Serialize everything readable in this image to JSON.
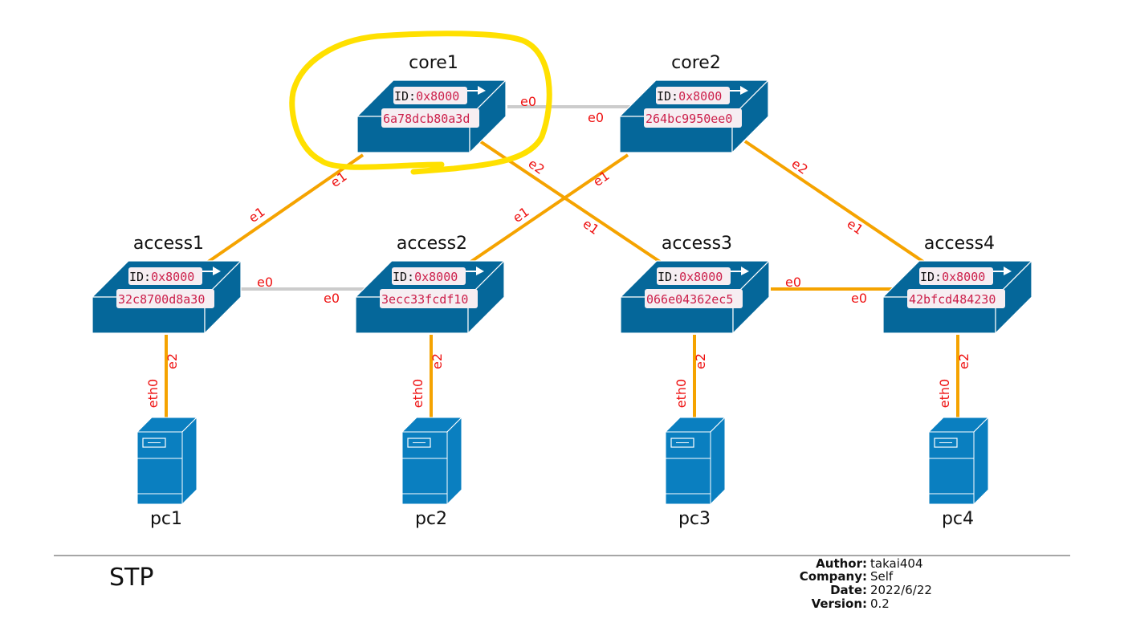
{
  "title": "STP",
  "meta": {
    "author_key": "Author:",
    "author": "takai404",
    "company_key": "Company:",
    "company": "Self",
    "date_key": "Date:",
    "date": "2022/6/22",
    "version_key": "Version:",
    "version": "0.2"
  },
  "colors": {
    "switch": "#05679a",
    "pc": "#0a7fc0",
    "active_link": "#f5a300",
    "blocked_link": "#cccccc",
    "port_text": "#ee1111",
    "id_value": "#cc1f4a",
    "highlight": "#ffe000"
  },
  "switches": [
    {
      "name": "core1",
      "id_prefix": "ID:",
      "priority": "0x8000",
      "mac": "6a78dcb80a3d",
      "highlighted": true
    },
    {
      "name": "core2",
      "id_prefix": "ID:",
      "priority": "0x8000",
      "mac": "264bc9950ee0",
      "highlighted": false
    },
    {
      "name": "access1",
      "id_prefix": "ID:",
      "priority": "0x8000",
      "mac": "32c8700d8a30",
      "highlighted": false
    },
    {
      "name": "access2",
      "id_prefix": "ID:",
      "priority": "0x8000",
      "mac": "3ecc33fcdf10",
      "highlighted": false
    },
    {
      "name": "access3",
      "id_prefix": "ID:",
      "priority": "0x8000",
      "mac": "066e04362ec5",
      "highlighted": false
    },
    {
      "name": "access4",
      "id_prefix": "ID:",
      "priority": "0x8000",
      "mac": "42bfcd484230",
      "highlighted": false
    }
  ],
  "pcs": [
    {
      "name": "pc1"
    },
    {
      "name": "pc2"
    },
    {
      "name": "pc3"
    },
    {
      "name": "pc4"
    }
  ],
  "links": [
    {
      "from": "core1",
      "from_port": "e0",
      "to": "core2",
      "to_port": "e0",
      "state": "blocked"
    },
    {
      "from": "core1",
      "from_port": "e1",
      "to": "access1",
      "to_port": "e1",
      "state": "active"
    },
    {
      "from": "core1",
      "from_port": "e2",
      "to": "access3",
      "to_port": "e1",
      "state": "active"
    },
    {
      "from": "core2",
      "from_port": "e1",
      "to": "access2",
      "to_port": "e1",
      "state": "active"
    },
    {
      "from": "core2",
      "from_port": "e2",
      "to": "access4",
      "to_port": "e1",
      "state": "active"
    },
    {
      "from": "access1",
      "from_port": "e0",
      "to": "access2",
      "to_port": "e0",
      "state": "blocked"
    },
    {
      "from": "access3",
      "from_port": "e0",
      "to": "access4",
      "to_port": "e0",
      "state": "active"
    },
    {
      "from": "access1",
      "from_port": "e2",
      "to": "pc1",
      "to_port": "eth0",
      "state": "active"
    },
    {
      "from": "access2",
      "from_port": "e2",
      "to": "pc2",
      "to_port": "eth0",
      "state": "active"
    },
    {
      "from": "access3",
      "from_port": "e2",
      "to": "pc3",
      "to_port": "eth0",
      "state": "active"
    },
    {
      "from": "access4",
      "from_port": "e2",
      "to": "pc4",
      "to_port": "eth0",
      "state": "active"
    }
  ]
}
